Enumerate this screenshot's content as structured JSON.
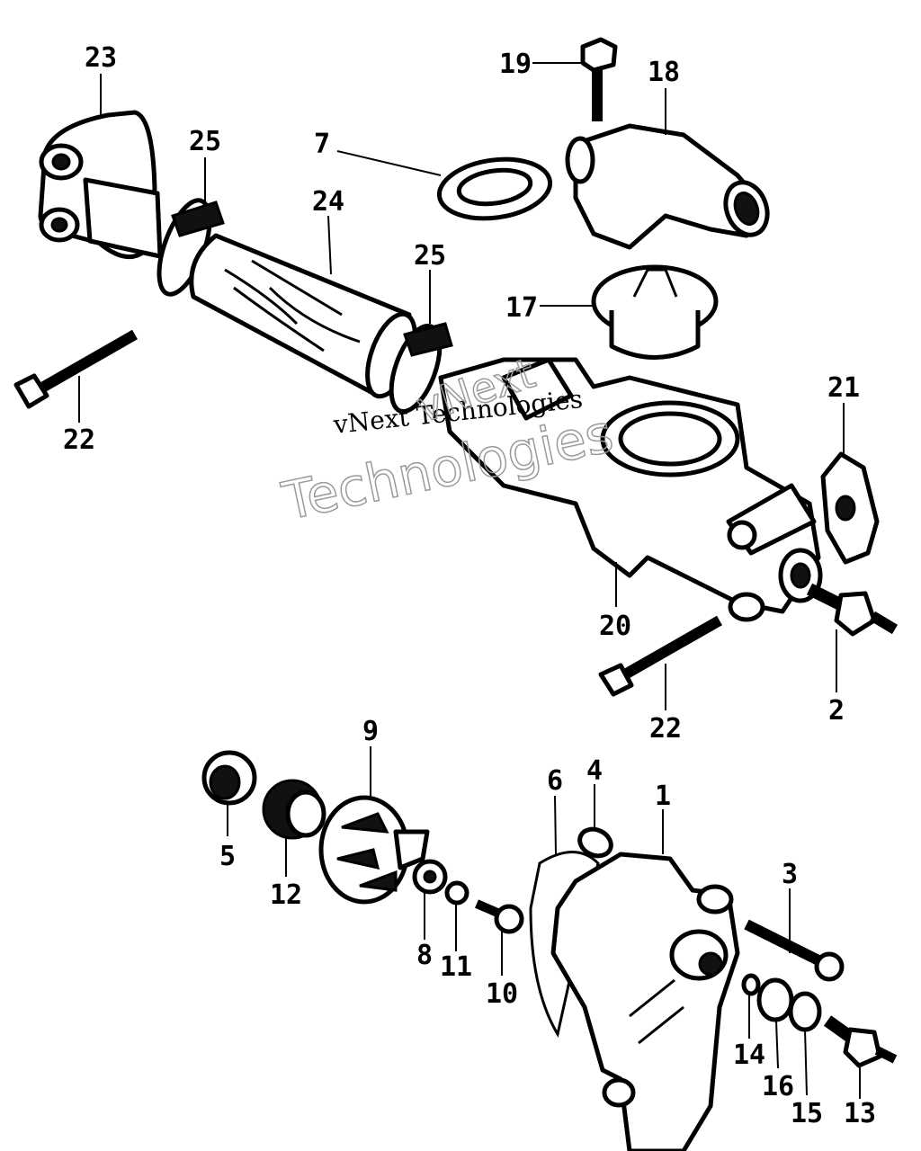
{
  "watermark": {
    "line1": "vNext Technologies",
    "line2": "Technologies",
    "line3": "vNext"
  },
  "labels": [
    {
      "id": "23",
      "text": "23"
    },
    {
      "id": "25a",
      "text": "25"
    },
    {
      "id": "24",
      "text": "24"
    },
    {
      "id": "7",
      "text": "7"
    },
    {
      "id": "19",
      "text": "19"
    },
    {
      "id": "18",
      "text": "18"
    },
    {
      "id": "25b",
      "text": "25"
    },
    {
      "id": "17",
      "text": "17"
    },
    {
      "id": "21",
      "text": "21"
    },
    {
      "id": "22a",
      "text": "22"
    },
    {
      "id": "20",
      "text": "20"
    },
    {
      "id": "22b",
      "text": "22"
    },
    {
      "id": "2",
      "text": "2"
    },
    {
      "id": "9",
      "text": "9"
    },
    {
      "id": "6",
      "text": "6"
    },
    {
      "id": "4",
      "text": "4"
    },
    {
      "id": "1",
      "text": "1"
    },
    {
      "id": "5",
      "text": "5"
    },
    {
      "id": "12",
      "text": "12"
    },
    {
      "id": "3",
      "text": "3"
    },
    {
      "id": "8",
      "text": "8"
    },
    {
      "id": "11",
      "text": "11"
    },
    {
      "id": "10",
      "text": "10"
    },
    {
      "id": "14",
      "text": "14"
    },
    {
      "id": "16",
      "text": "16"
    },
    {
      "id": "15",
      "text": "15"
    },
    {
      "id": "13",
      "text": "13"
    }
  ]
}
